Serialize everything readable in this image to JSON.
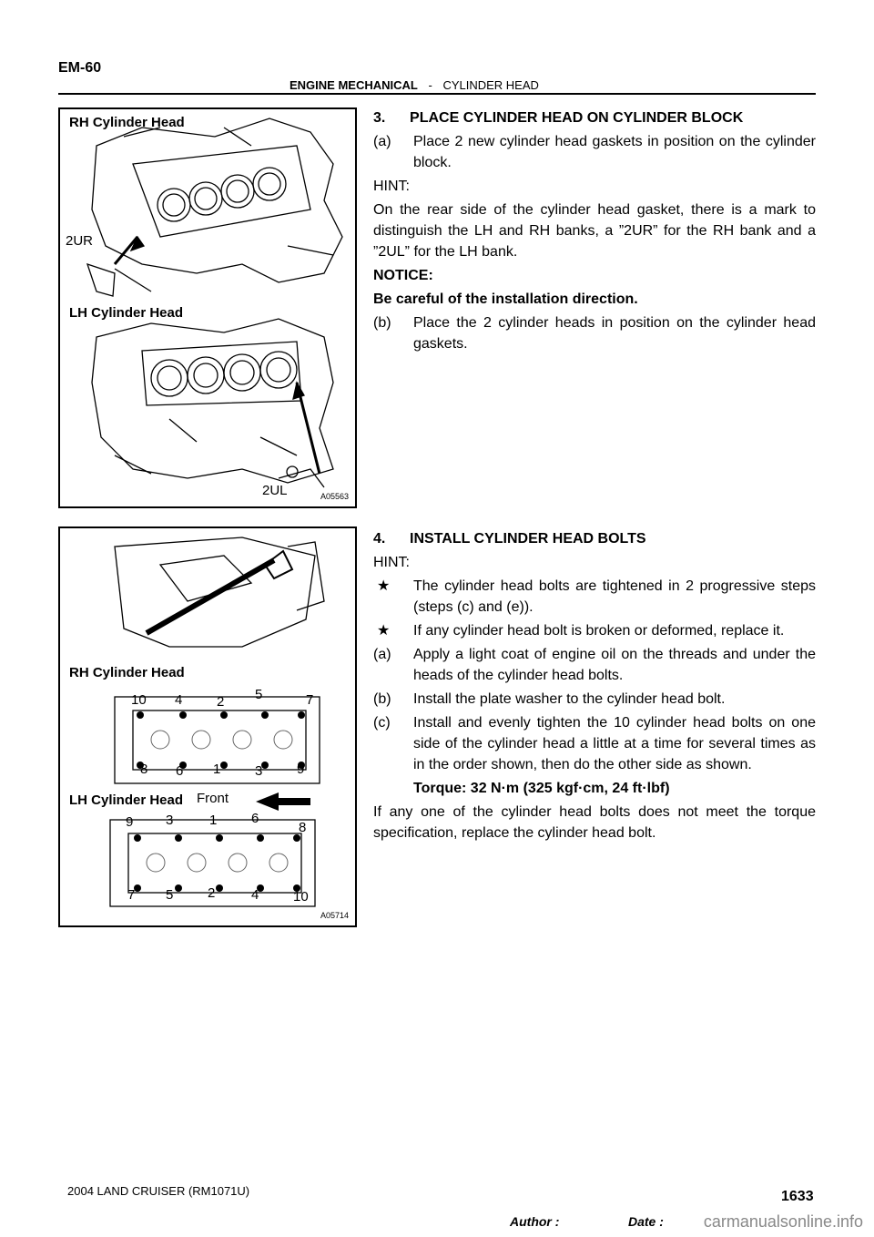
{
  "header": {
    "page_id": "EM-60",
    "dash": "-",
    "section": "ENGINE MECHANICAL",
    "subsection": "CYLINDER HEAD"
  },
  "figure1": {
    "rh_label": "RH Cylinder Head",
    "lh_label": "LH Cylinder Head",
    "mark_rh": "2UR",
    "mark_lh": "2UL",
    "code": "A05563"
  },
  "figure2": {
    "rh_label": "RH Cylinder Head",
    "lh_label": "LH Cylinder Head",
    "front_label": "Front",
    "code": "A05714",
    "rh_top_numbers": [
      "10",
      "4",
      "2",
      "5",
      "7"
    ],
    "rh_bottom_numbers": [
      "8",
      "6",
      "1",
      "3",
      "9"
    ],
    "lh_top_numbers": [
      "9",
      "3",
      "1",
      "6",
      "8"
    ],
    "lh_bottom_numbers": [
      "7",
      "5",
      "2",
      "4",
      "10"
    ]
  },
  "step3": {
    "heading": "3.      PLACE CYLINDER HEAD ON CYLINDER BLOCK",
    "a_label": "(a)",
    "a_text": "Place 2 new cylinder head gaskets in position on the cylinder block.",
    "hint_label": "HINT:",
    "hint_text": "On the rear side of the cylinder head gasket, there is a mark to distinguish the LH and RH banks, a ”2UR” for the RH bank and a ”2UL” for the LH bank.",
    "notice_label": "NOTICE:",
    "notice_text": "Be careful of the installation direction.",
    "b_label": "(b)",
    "b_text": "Place the 2 cylinder heads in position on the cylinder head gaskets."
  },
  "step4": {
    "heading": "4.      INSTALL CYLINDER HEAD BOLTS",
    "hint_label": "HINT:",
    "star": "★",
    "hint1": "The cylinder head bolts are tightened in 2 progressive steps (steps (c) and (e)).",
    "hint2": "If any cylinder head bolt is broken or deformed, replace it.",
    "a_label": "(a)",
    "a_text": "Apply a light coat of engine oil on the threads and under the heads of the cylinder head bolts.",
    "b_label": "(b)",
    "b_text": "Install the plate washer to the cylinder head bolt.",
    "c_label": "(c)",
    "c_text": "Install and evenly tighten the 10 cylinder head bolts on one side of the cylinder head a little at a time for several times as in the order shown, then do the other side as shown.",
    "torque": "Torque: 32 N·m (325 kgf·cm, 24 ft·lbf)",
    "final_text": "If any one of the cylinder head bolts does not meet the torque specification, replace the cylinder head bolt."
  },
  "footer": {
    "model": "2004 LAND CRUISER   (RM1071U)",
    "author": "Author :",
    "date": "Date :",
    "page": "1633",
    "watermark": "carmanualsonline.info"
  }
}
